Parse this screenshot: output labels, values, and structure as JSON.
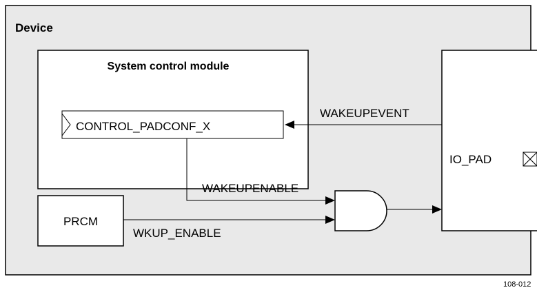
{
  "device": {
    "label": "Device"
  },
  "scm": {
    "title": "System control module",
    "register": "CONTROL_PADCONF_X"
  },
  "prcm": {
    "label": "PRCM"
  },
  "io_pad": {
    "label": "IO_PAD"
  },
  "signals": {
    "wakeupevent": "WAKEUPEVENT",
    "wakeupenable": "WAKEUPENABLE",
    "wkup_enable": "WKUP_ENABLE"
  },
  "figure_id": "108-012",
  "colors": {
    "device_fill": "#e9e9e9",
    "stroke": "#000000",
    "block_fill": "#ffffff"
  }
}
